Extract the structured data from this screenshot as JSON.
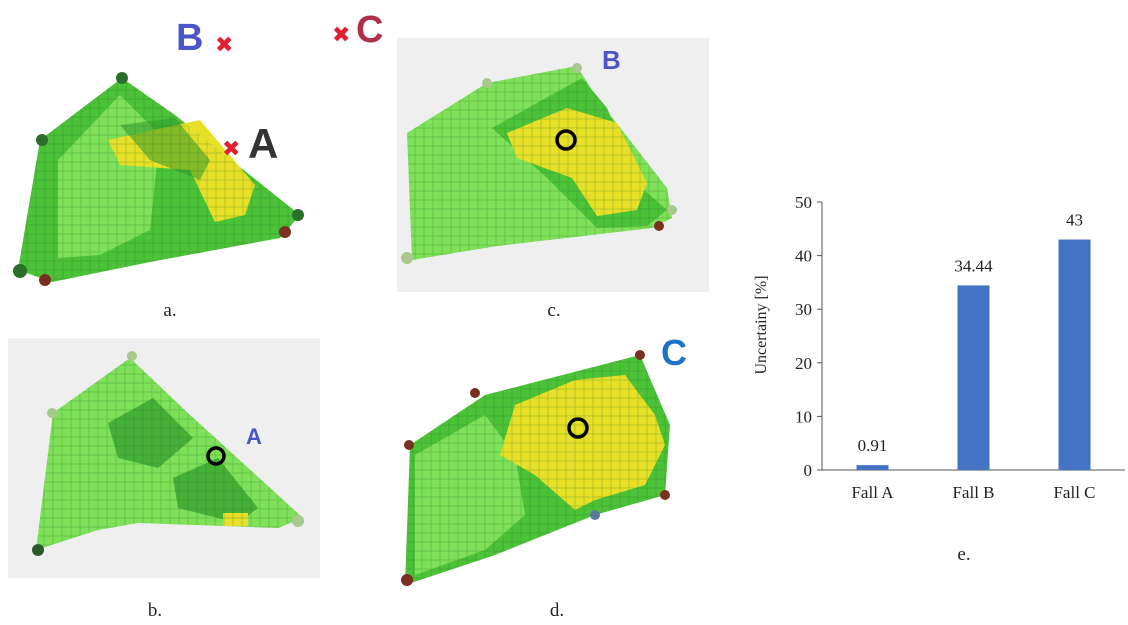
{
  "captions": {
    "a": "a.",
    "b": "b.",
    "c": "c.",
    "d": "d.",
    "e": "e."
  },
  "labels": {
    "panel_a": {
      "b": "B",
      "c": "C",
      "a": "A"
    },
    "panel_b": {
      "a": "A"
    },
    "panel_c": {
      "b": "B"
    },
    "panel_d": {
      "c": "C"
    }
  },
  "colors": {
    "label_blue": "#4a55c8",
    "label_c_red": "#b03048",
    "label_dark": "#333333",
    "label_c_blue": "#1e73c8",
    "cross_red": "#e02030",
    "green_light": "#7fe05a",
    "green_mid": "#4cc238",
    "green_dark": "#2e9a2a",
    "yellow": "#e8e028",
    "bar_blue": "#4472c4"
  },
  "chart_data": {
    "type": "bar",
    "categories": [
      "Fall A",
      "Fall B",
      "Fall C"
    ],
    "values": [
      0.91,
      34.44,
      43
    ],
    "value_labels": [
      "0.91",
      "34.44",
      "43"
    ],
    "ylabel": "Uncertainy [%]",
    "ylim": [
      0,
      50
    ],
    "yticks": [
      0,
      10,
      20,
      30,
      40,
      50
    ],
    "grid": false,
    "color": "#4472c4"
  }
}
